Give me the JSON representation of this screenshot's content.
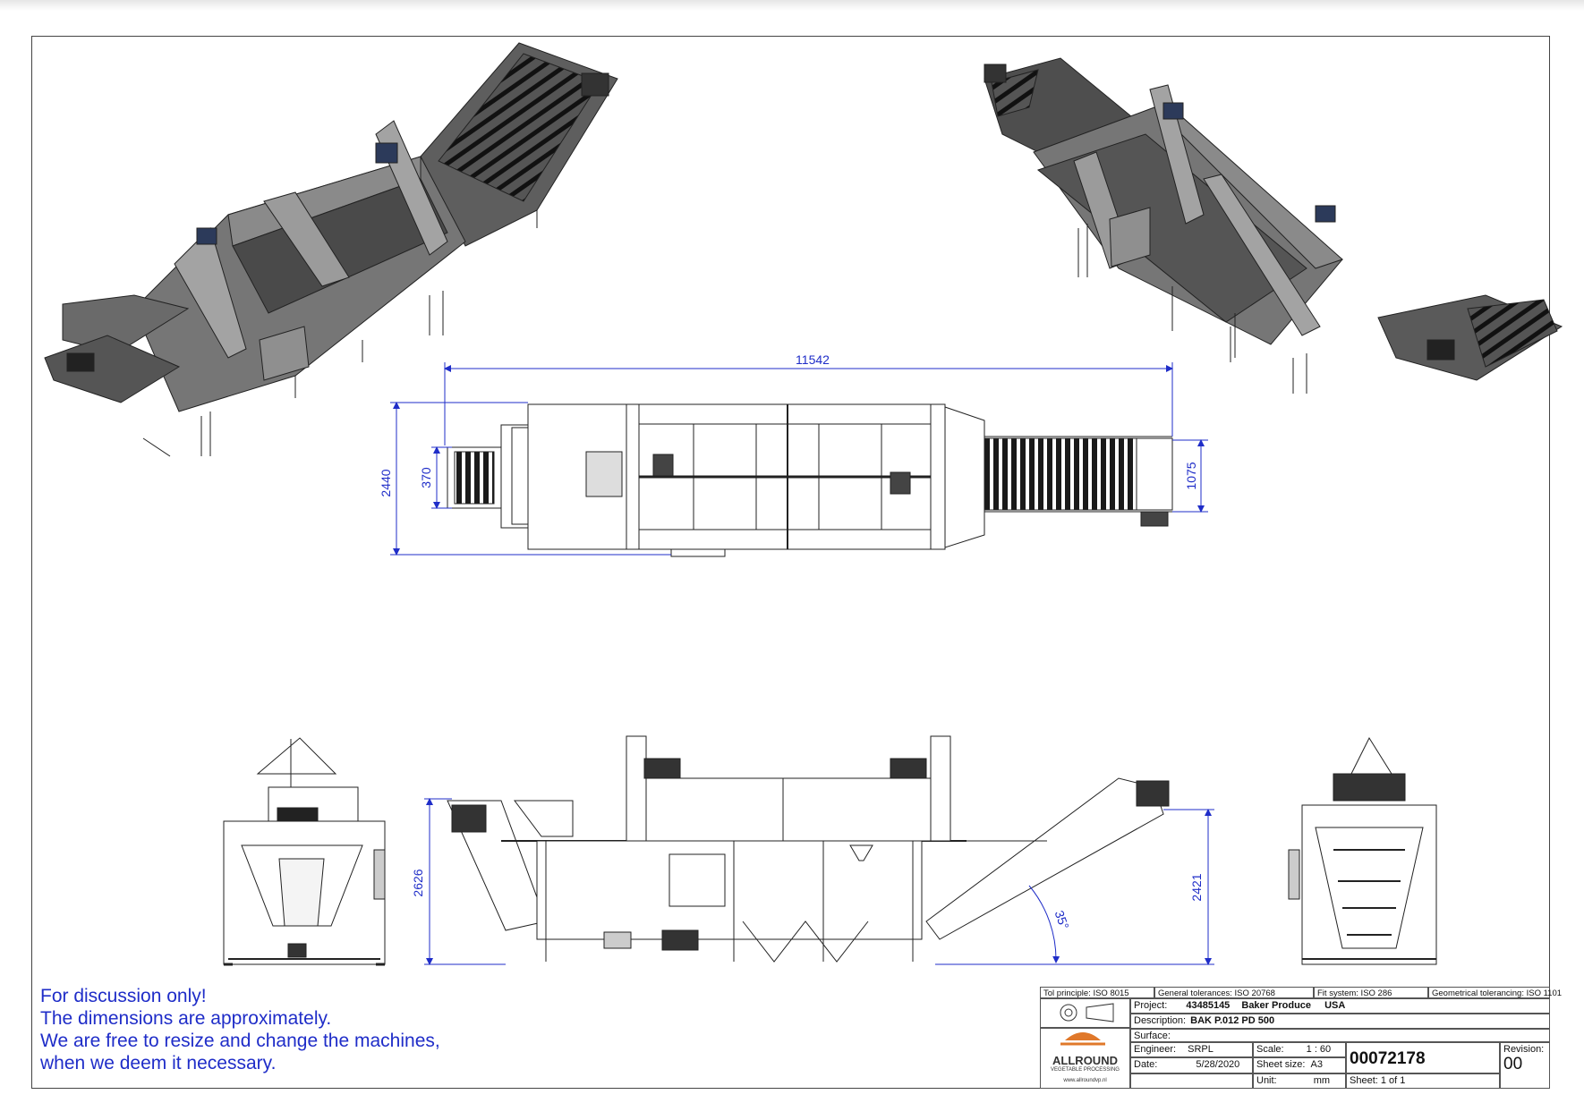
{
  "dimensions": {
    "overall_length": "11542",
    "overall_width": "2440",
    "infeed_width": "370",
    "outfeed_width": "1075",
    "infeed_height": "2626",
    "outfeed_height": "2421",
    "outfeed_angle": "35°"
  },
  "notes": [
    "For discussion only!",
    "The dimensions are approximately.",
    "We are free to resize and change the machines,",
    "when we deem it necessary."
  ],
  "title_block": {
    "tol_principle": "Tol principle: ISO 8015",
    "general_tolerances": "General tolerances: ISO 20768",
    "fit_system": "Fit system: ISO 286",
    "geometrical_tolerancing": "Geometrical tolerancing: ISO 1101",
    "project_label": "Project:",
    "project_number": "43485145",
    "project_name": "Baker Produce",
    "project_country": "USA",
    "description_label": "Description:",
    "description_value": "BAK P.012 PD 500",
    "surface_label": "Surface:",
    "engineer_label": "Engineer:",
    "engineer_value": "SRPL",
    "date_label": "Date:",
    "date_value": "5/28/2020",
    "scale_label": "Scale:",
    "scale_value": "1 : 60",
    "sheet_size_label": "Sheet size:",
    "sheet_size_value": "A3",
    "unit_label": "Unit:",
    "unit_value": "mm",
    "drawing_number": "00072178",
    "sheet_label": "Sheet: 1 of 1",
    "revision_label": "Revision:",
    "revision_value": "00",
    "company_name": "ALLROUND",
    "company_tagline": "VEGETABLE PROCESSING",
    "company_url": "www.allroundvp.nl"
  },
  "colors": {
    "dimension": "#1f2dc8",
    "machine_fill": "#6b6b6b",
    "machine_dark": "#2d2d2d",
    "logo_orange": "#e0782a"
  }
}
